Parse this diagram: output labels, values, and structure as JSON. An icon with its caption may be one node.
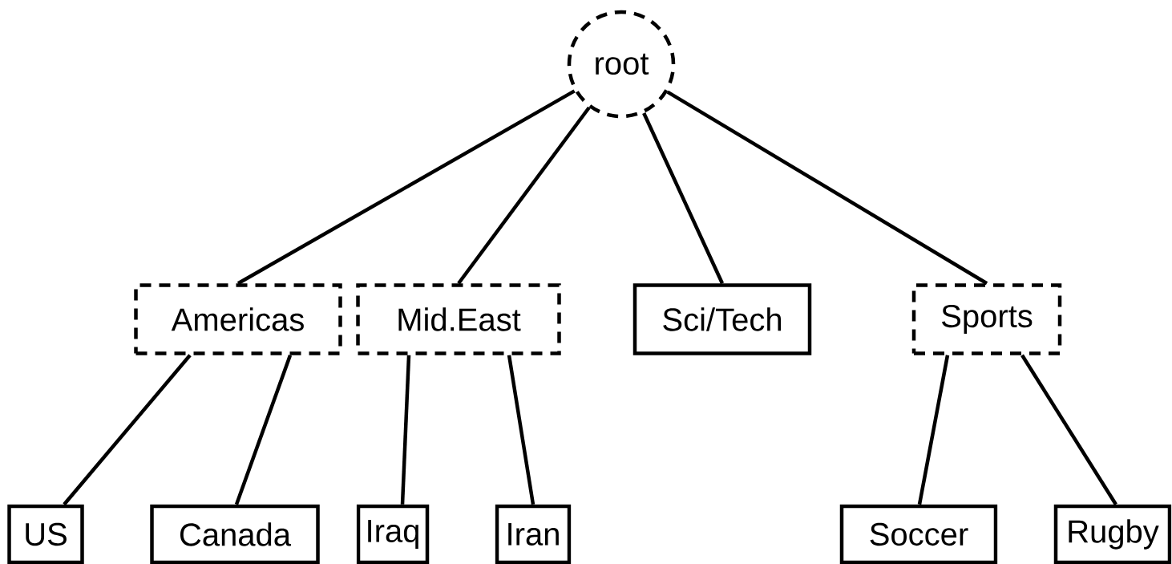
{
  "diagram": {
    "nodes": [
      {
        "text": [
          "root"
        ]
      },
      {
        "text": [
          "Americas"
        ]
      },
      {
        "text": [
          "Mid.East"
        ]
      },
      {
        "text": [
          "Sci/Tech"
        ]
      },
      {
        "text": [
          "Sports"
        ]
      },
      {
        "text": [
          "US"
        ]
      },
      {
        "text": [
          "Canada"
        ]
      },
      {
        "text": [
          "Iraq"
        ]
      },
      {
        "text": [
          "Iran"
        ]
      },
      {
        "text": [
          "Soccer"
        ]
      },
      {
        "text": [
          "Rugby"
        ]
      }
    ],
    "edges": [
      {
        "from": 0,
        "to": 1,
        "arrow": "none"
      },
      {
        "from": 0,
        "to": 2,
        "arrow": "none"
      },
      {
        "from": 0,
        "to": 3,
        "arrow": "none"
      },
      {
        "from": 0,
        "to": 4,
        "arrow": "none"
      },
      {
        "from": 1,
        "to": 5,
        "arrow": "none"
      },
      {
        "from": 1,
        "to": 6,
        "arrow": "none"
      },
      {
        "from": 2,
        "to": 7,
        "arrow": "none"
      },
      {
        "from": 2,
        "to": 8,
        "arrow": "none"
      },
      {
        "from": 4,
        "to": 9,
        "arrow": "none"
      },
      {
        "from": 4,
        "to": 10,
        "arrow": "none"
      }
    ]
  }
}
